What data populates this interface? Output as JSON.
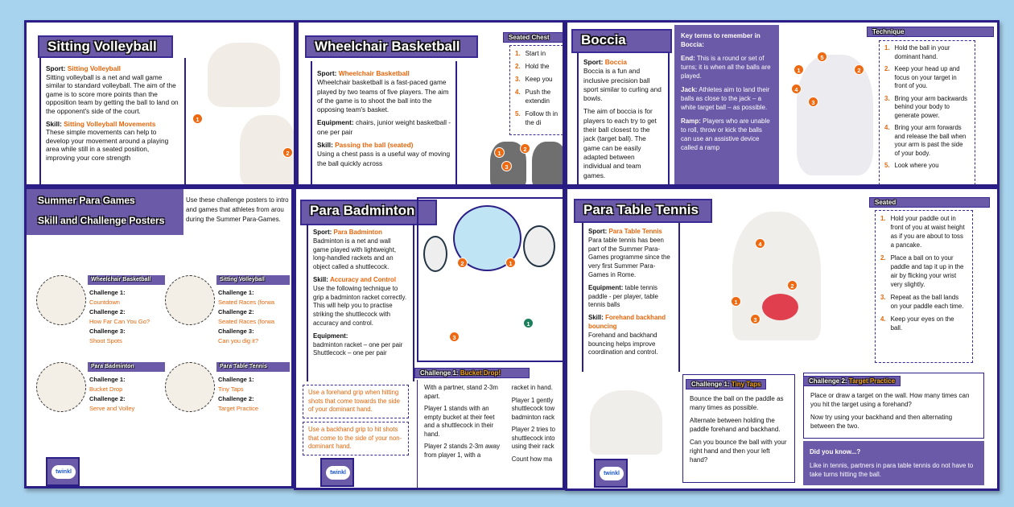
{
  "colors": {
    "background": "#a8d3ee",
    "purple": "#6a5aa8",
    "border": "#2b1e86",
    "accent": "#e8650a"
  },
  "volleyball": {
    "title": "Sitting Volleyball",
    "sport_label": "Sport:",
    "sport": "Sitting Volleyball",
    "desc": "Sitting volleyball is a net and wall game similar to standard volleyball. The aim of the game is to score more points than the opposition team by getting the ball to land on the opponent's side of the court.",
    "skill_label": "Skill:",
    "skill": "Sitting Volleyball Movements",
    "skill_desc": "These simple movements can help to develop your movement around a playing area while still in a seated position, improving your core strength",
    "badges": [
      "1",
      "2"
    ]
  },
  "basketball": {
    "title": "Wheelchair Basketball",
    "sport_label": "Sport:",
    "sport": "Wheelchair Basketball",
    "desc": "Wheelchair basketball is a fast-paced game played by two teams of five players. The aim of the game is to shoot the ball into the opposing team's basket.",
    "equip_label": "Equipment:",
    "equip": "chairs, junior weight basketball - one per pair",
    "skill_label": "Skill:",
    "skill": "Passing the ball (seated)",
    "skill_desc": "Using a chest pass is a useful way of moving the ball quickly across",
    "tech_title": "Seated Chest",
    "steps": [
      {
        "n": "1.",
        "t": "Start in"
      },
      {
        "n": "2.",
        "t": "Hold the"
      },
      {
        "n": "3.",
        "t": "Keep you"
      },
      {
        "n": "4.",
        "t": "Push the extendin"
      },
      {
        "n": "5.",
        "t": "Follow th in the di"
      }
    ],
    "badges": [
      "1",
      "2",
      "3"
    ]
  },
  "boccia": {
    "title": "Boccia",
    "sport_label": "Sport:",
    "sport": "Boccia",
    "desc1": "Boccia is a fun and inclusive precision ball sport similar to curling and bowls.",
    "desc2": "The aim of boccia is for players to each try to get their ball closest to the jack (target ball). The game can be easily adapted between individual and team games.",
    "key_title": "Key terms to remember in Boccia:",
    "terms": [
      {
        "term": "End:",
        "def": "This is a round or set of turns; it is when all the balls are played."
      },
      {
        "term": "Jack:",
        "def": "Athletes aim to land their balls as close to the jack – a white target ball – as possible."
      },
      {
        "term": "Ramp:",
        "def": "Players who are unable to roll, throw or kick the balls can use an assistive device called a ramp"
      }
    ],
    "tech_title": "Technique",
    "steps": [
      {
        "n": "1.",
        "t": "Hold the ball in your dominant hand."
      },
      {
        "n": "2.",
        "t": "Keep your head up and focus on your target in front of you."
      },
      {
        "n": "3.",
        "t": "Bring your arm backwards behind your body to generate power."
      },
      {
        "n": "4.",
        "t": "Bring your arm forwards and release the ball when your arm is past the side of your body."
      },
      {
        "n": "5.",
        "t": "Look where you"
      }
    ],
    "badges": [
      "1",
      "2",
      "3",
      "4",
      "5"
    ]
  },
  "overview": {
    "title1": "Summer Para Games",
    "title2": "Skill and Challenge Posters",
    "intro": "Use these challenge posters to intro and games that athletes from arou during the Summer Para-Games.",
    "cards": [
      {
        "title": "Wheelchair Basketball",
        "items": [
          {
            "label": "Challenge 1:",
            "value": "Countdown"
          },
          {
            "label": "Challenge 2:",
            "value": "How Far Can You Go?"
          },
          {
            "label": "Challenge 3:",
            "value": "Shoot Spots"
          }
        ]
      },
      {
        "title": "Sitting Volleyball",
        "items": [
          {
            "label": "Challenge 1:",
            "value": "Seated Races (forwa"
          },
          {
            "label": "Challenge 2:",
            "value": "Seated Races (forwa"
          },
          {
            "label": "Challenge 3:",
            "value": "Can you dig it?"
          }
        ]
      },
      {
        "title": "Para Badminton",
        "items": [
          {
            "label": "Challenge 1:",
            "value": "Bucket Drop"
          },
          {
            "label": "Challenge 2:",
            "value": "Serve and Volley"
          }
        ]
      },
      {
        "title": "Para Table Tennis",
        "items": [
          {
            "label": "Challenge 1:",
            "value": "Tiny Taps"
          },
          {
            "label": "Challenge 2:",
            "value": "Target Practice"
          }
        ]
      }
    ],
    "logo": "twinkl"
  },
  "badminton": {
    "title": "Para Badminton",
    "sport_label": "Sport:",
    "sport": "Para Badminton",
    "desc": "Badminton is a net and wall game played with lightweight, long-handled rackets and an object called a shuttlecock.",
    "skill_label": "Skill:",
    "skill": "Accuracy and Control",
    "skill_desc": "Use the following technique to grip a badminton racket correctly. This will help you to practise striking the shuttlecock with accuracy and control.",
    "equip_label": "Equipment:",
    "equip1": "badminton racket – one per pair",
    "equip2": "Shuttlecock – one per pair",
    "tip1": "Use a forehand grip when hitting shots that come towards the side of your dominant hand.",
    "tip2": "Use a backhand grip to hit shots that come to the side of your non-dominant hand.",
    "challenge_label": "Challenge 1:",
    "challenge_name": "Bucket Drop!",
    "ch_col1": [
      "With a partner, stand 2-3m apart.",
      "Player 1 stands with an empty bucket at their feet and a shuttlecock in their hand.",
      "Player 2 stands 2-3m away from player 1, with a"
    ],
    "ch_col2": [
      "racket in hand.",
      "Player 1 gently shuttlecock tow badminton rack",
      "Player 2 tries to shuttlecock into using their rack",
      "Count how ma"
    ],
    "badges": [
      "2",
      "1",
      "3",
      "1"
    ],
    "logo": "twinkl"
  },
  "tabletennis": {
    "title": "Para Table Tennis",
    "sport_label": "Sport:",
    "sport": "Para Table Tennis",
    "desc": "Para table tennis has been part of the Summer Para-Games programme since the very first Summer Para-Games in Rome.",
    "equip_label": "Equipment:",
    "equip": "table tennis paddle - per player, table tennis balls",
    "skill_label": "Skill:",
    "skill": "Forehand backhand bouncing",
    "skill_desc": "Forehand and backhand bouncing helps improve coordination and control.",
    "tech_title": "Seated",
    "steps": [
      {
        "n": "1.",
        "t": "Hold your paddle out in front of you at waist height as if you are about to toss a pancake."
      },
      {
        "n": "2.",
        "t": "Place a ball on to your paddle and tap it up in the air by flicking your wrist very slightly."
      },
      {
        "n": "3.",
        "t": "Repeat as the ball lands on your paddle each time."
      },
      {
        "n": "4.",
        "t": "Keep your eyes on the ball."
      }
    ],
    "badges": [
      "1",
      "2",
      "3",
      "4"
    ],
    "ch1_label": "Challenge 1:",
    "ch1_name": "Tiny Taps",
    "ch1_text": [
      "Bounce the ball on the paddle as many times as possible.",
      "Alternate between holding the paddle forehand and backhand.",
      "Can you bounce the ball with your right hand and then your left hand?"
    ],
    "ch2_label": "Challenge 2:",
    "ch2_name": "Target Practice",
    "ch2_text": [
      "Place or draw a target on the wall. How many times can you hit the target using a forehand?",
      "Now try using your backhand and then alternating between the two."
    ],
    "dyk_title": "Did you know...?",
    "dyk_text": "Like in tennis, partners in para table tennis do not have to take turns hitting the ball.",
    "logo": "twinkl"
  }
}
